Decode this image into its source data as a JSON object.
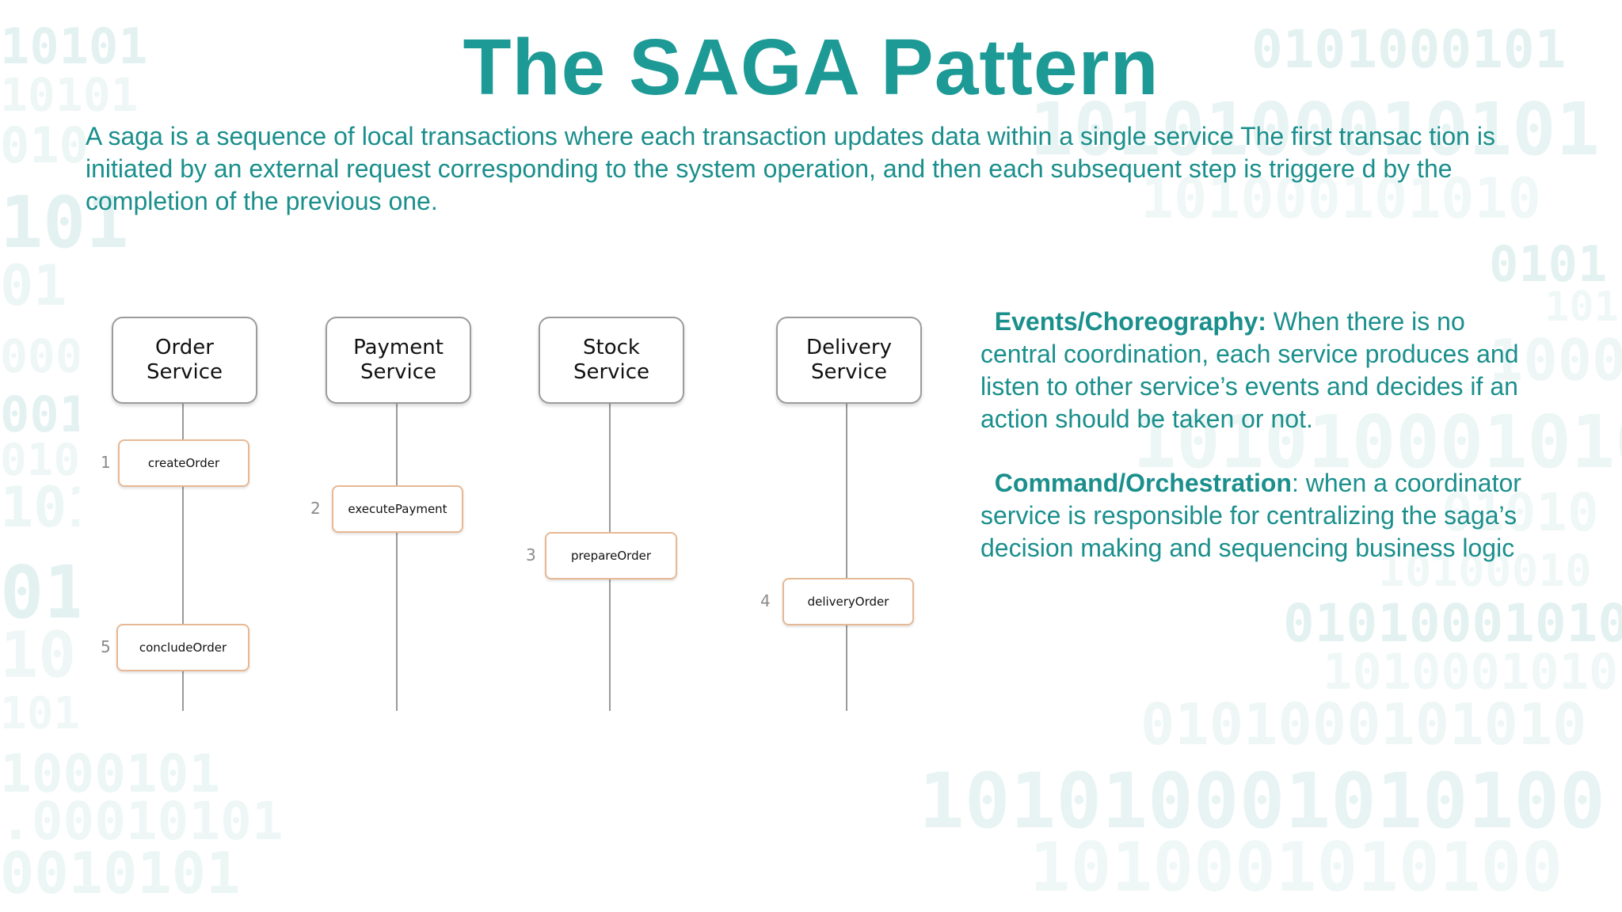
{
  "title": "The SAGA Pattern",
  "intro": "A saga is a sequence of local transactions where each transaction updates data within a single service The first transac tion is initiated by an external request corresponding to the system operation, and then each subsequent step is triggere d by the completion of the previous one.",
  "services": [
    {
      "line1": "Order",
      "line2": "Service"
    },
    {
      "line1": "Payment",
      "line2": "Service"
    },
    {
      "line1": "Stock",
      "line2": "Service"
    },
    {
      "line1": "Delivery",
      "line2": "Service"
    }
  ],
  "steps": [
    {
      "number": "1",
      "label": "createOrder"
    },
    {
      "number": "2",
      "label": "executePayment"
    },
    {
      "number": "3",
      "label": "prepareOrder"
    },
    {
      "number": "4",
      "label": "deliveryOrder"
    },
    {
      "number": "5",
      "label": "concludeOrder"
    }
  ],
  "events": {
    "heading": "Events/Choreography:",
    "text": " When there is no central coordination, each service produces and listen to other service’s events and decides if an action should be taken or not."
  },
  "command": {
    "heading": "Command/Orchestration",
    "text": ": when a coordinator service is responsible for centralizing the saga’s decision making and sequencing business logic"
  },
  "colors": {
    "accent": "#1d9a96",
    "step_border": "#e6b894",
    "box_border": "#9b9b9b"
  }
}
